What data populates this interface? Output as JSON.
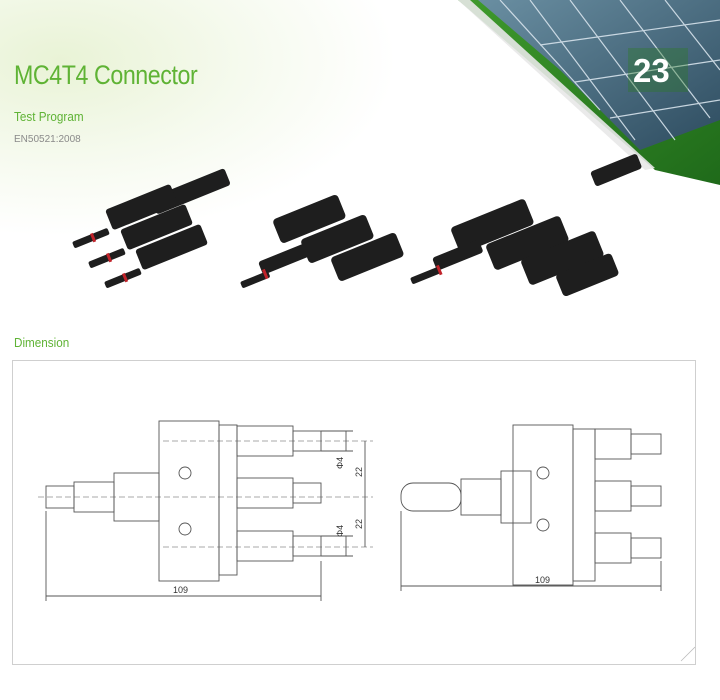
{
  "header": {
    "title": "MC4T4 Connector",
    "subtitle": "Test Program",
    "standard": "EN50521:2008",
    "page_number": "23"
  },
  "section": {
    "label": "Dimension"
  },
  "drawing": {
    "left": {
      "length": "109",
      "pin_dia_top": "Φ4",
      "pin_dia_bottom": "Φ4",
      "pitch_top": "22",
      "pitch_bottom": "22"
    },
    "right": {
      "length": "109"
    }
  },
  "colors": {
    "accent": "#5fb335",
    "connector": "#1e1e1e",
    "ring": "#c0232a"
  }
}
